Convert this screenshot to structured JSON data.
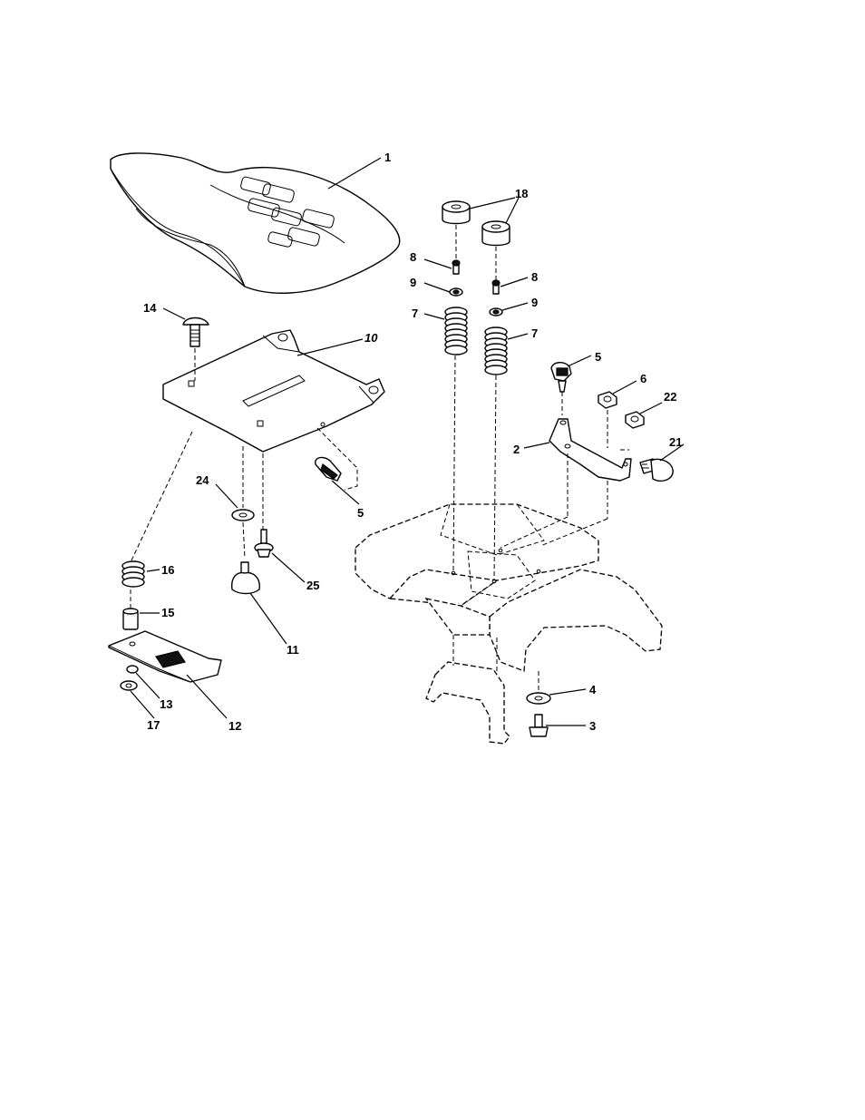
{
  "diagram": {
    "callouts": [
      {
        "id": "c1",
        "text": "1"
      },
      {
        "id": "c18",
        "text": "18"
      },
      {
        "id": "c8a",
        "text": "8"
      },
      {
        "id": "c8b",
        "text": "8"
      },
      {
        "id": "c9a",
        "text": "9"
      },
      {
        "id": "c9b",
        "text": "9"
      },
      {
        "id": "c7a",
        "text": "7"
      },
      {
        "id": "c7b",
        "text": "7"
      },
      {
        "id": "c14",
        "text": "14"
      },
      {
        "id": "c10",
        "text": "10"
      },
      {
        "id": "c5a",
        "text": "5"
      },
      {
        "id": "c6",
        "text": "6"
      },
      {
        "id": "c22",
        "text": "22"
      },
      {
        "id": "c2",
        "text": "2"
      },
      {
        "id": "c21",
        "text": "21"
      },
      {
        "id": "c24",
        "text": "24"
      },
      {
        "id": "c5b",
        "text": "5"
      },
      {
        "id": "c25",
        "text": "25"
      },
      {
        "id": "c16",
        "text": "16"
      },
      {
        "id": "c15",
        "text": "15"
      },
      {
        "id": "c11",
        "text": "11"
      },
      {
        "id": "c4",
        "text": "4"
      },
      {
        "id": "c3",
        "text": "3"
      },
      {
        "id": "c13",
        "text": "13"
      },
      {
        "id": "c12",
        "text": "12"
      },
      {
        "id": "c17",
        "text": "17"
      }
    ]
  }
}
